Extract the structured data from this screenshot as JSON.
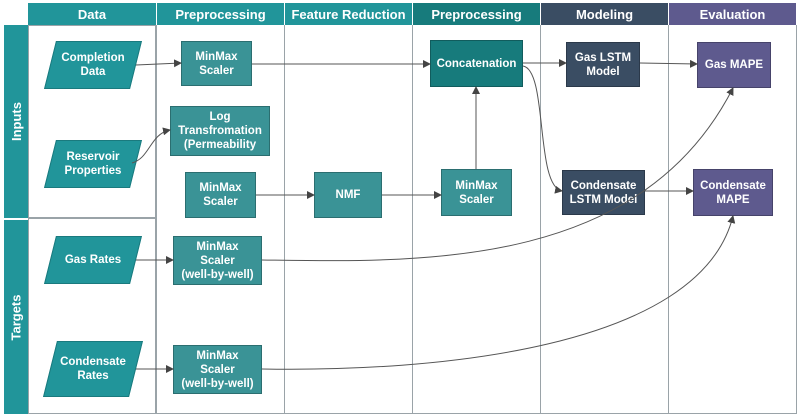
{
  "headers": [
    "Data",
    "Preprocessing",
    "Feature Reduction",
    "Preprocessing",
    "Modeling",
    "Evaluation"
  ],
  "colors": {
    "teal_header": "#21959a",
    "teal_box": "#3a9396",
    "teal_dark": "#177b7c",
    "navy": "#3a4d63",
    "purple": "#5e5a8e",
    "line": "#555555"
  },
  "side_labels": {
    "inputs": "Inputs",
    "targets": "Targets"
  },
  "data_inputs": {
    "completion": "Completion\nData",
    "reservoir": "Reservoir\nProperties",
    "gas_rates": "Gas Rates",
    "condensate_rates": "Condensate\nRates"
  },
  "boxes": {
    "minmax_completion": "MinMax\nScaler",
    "log_transform": "Log\nTransfromation\n(Permeability",
    "minmax_reservoir": "MinMax\nScaler",
    "minmax_gas": "MinMax\nScaler\n(well-by-well)",
    "minmax_condensate": "MinMax\nScaler\n(well-by-well)",
    "nmf": "NMF",
    "minmax_nmf": "MinMax\nScaler",
    "concatenation": "Concatenation",
    "gas_lstm": "Gas LSTM\nModel",
    "condensate_lstm": "Condensate\nLSTM Model",
    "gas_mape": "Gas MAPE",
    "condensate_mape": "Condensate\nMAPE"
  }
}
